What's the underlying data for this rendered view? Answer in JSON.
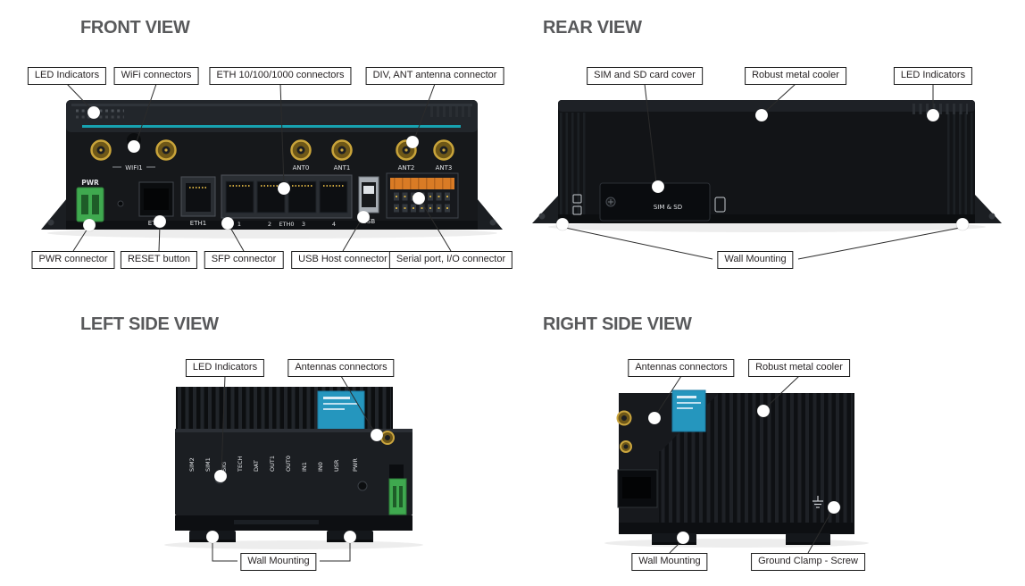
{
  "colors": {
    "accent_teal": "#17a2b0",
    "gold": "#c9a43a",
    "green": "#3fa94f",
    "blue_label": "#2596be",
    "orange": "#d97b25",
    "title_gray": "#58595b",
    "device_dark": "#16181b"
  },
  "views": {
    "front": {
      "title": "FRONT VIEW",
      "callouts_top": [
        {
          "text": "LED Indicators"
        },
        {
          "text": "WiFi connectors"
        },
        {
          "text": "ETH 10/100/1000 connectors"
        },
        {
          "text": "DIV, ANT antenna connector"
        }
      ],
      "callouts_bottom": [
        {
          "text": "PWR connector"
        },
        {
          "text": "RESET button"
        },
        {
          "text": "SFP connector"
        },
        {
          "text": "USB Host connector"
        },
        {
          "text": "Serial port, I/O connector"
        }
      ],
      "device_text": {
        "pwr": "PWR",
        "wifi1": "WIFI1",
        "ant0": "ANT0",
        "ant1": "ANT1",
        "ant2": "ANT2",
        "ant3": "ANT3",
        "eth2": "ETH2",
        "eth1": "ETH1",
        "eth0": "ETH0",
        "p1": "1",
        "p2": "2",
        "p3": "3",
        "p4": "4",
        "usb": "USB"
      }
    },
    "rear": {
      "title": "REAR VIEW",
      "callouts_top": [
        {
          "text": "SIM and SD card cover"
        },
        {
          "text": "Robust metal cooler"
        },
        {
          "text": "LED Indicators"
        }
      ],
      "callouts_bottom": [
        {
          "text": "Wall Mounting"
        }
      ],
      "device_text": {
        "simsd": "SIM & SD"
      }
    },
    "left": {
      "title": "LEFT SIDE VIEW",
      "callouts_top": [
        {
          "text": "LED Indicators"
        },
        {
          "text": "Antennas connectors"
        }
      ],
      "callouts_bottom": [
        {
          "text": "Wall Mounting"
        }
      ],
      "led_labels": [
        "SIM2",
        "SIM1",
        "SIG",
        "TECH",
        "DAT",
        "OUT1",
        "OUT0",
        "IN1",
        "IN0",
        "USR",
        "PWR"
      ]
    },
    "right": {
      "title": "RIGHT SIDE VIEW",
      "callouts_top": [
        {
          "text": "Antennas connectors"
        },
        {
          "text": "Robust metal cooler"
        }
      ],
      "callouts_bottom": [
        {
          "text": "Wall Mounting"
        },
        {
          "text": "Ground Clamp - Screw"
        }
      ]
    }
  }
}
